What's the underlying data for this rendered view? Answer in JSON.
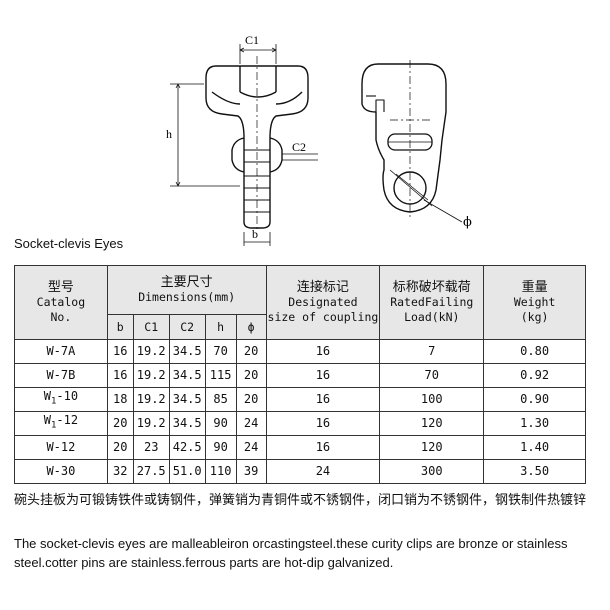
{
  "drawing": {
    "labels": {
      "c1": "C1",
      "c2": "C2",
      "h": "h",
      "b": "b",
      "phi": "ϕ"
    }
  },
  "caption": "Socket-clevis Eyes",
  "table": {
    "catalog_zh": "型号",
    "catalog_en": "Catalog",
    "catalog_no": "No.",
    "dimensions_zh": "主要尺寸",
    "dimensions_en": "Dimensions(mm)",
    "coupling_zh": "连接标记",
    "coupling_en1": "Designated",
    "coupling_en2": "size of coupling",
    "load_zh": "标称破坏载荷",
    "load_en1": "RatedFailing",
    "load_en2": "Load(kN)",
    "weight_zh": "重量",
    "weight_en1": "Weight",
    "weight_en2": "(kg)",
    "sub_headers": [
      "b",
      "C1",
      "C2",
      "h",
      "ϕ"
    ],
    "rows": [
      {
        "no": "W-7A",
        "sub": "",
        "no_end": "",
        "b": "16",
        "c1": "19.2",
        "c2": "34.5",
        "h": "70",
        "phi": "20",
        "coupling": "16",
        "load": "7",
        "weight": "0.80"
      },
      {
        "no": "W-7B",
        "sub": "",
        "no_end": "",
        "b": "16",
        "c1": "19.2",
        "c2": "34.5",
        "h": "115",
        "phi": "20",
        "coupling": "16",
        "load": "70",
        "weight": "0.92"
      },
      {
        "no": "W",
        "sub": "1",
        "no_end": "-10",
        "b": "18",
        "c1": "19.2",
        "c2": "34.5",
        "h": "85",
        "phi": "20",
        "coupling": "16",
        "load": "100",
        "weight": "0.90"
      },
      {
        "no": "W",
        "sub": "1",
        "no_end": "-12",
        "b": "20",
        "c1": "19.2",
        "c2": "34.5",
        "h": "90",
        "phi": "24",
        "coupling": "16",
        "load": "120",
        "weight": "1.30"
      },
      {
        "no": "W-12",
        "sub": "",
        "no_end": "",
        "b": "20",
        "c1": "23",
        "c2": "42.5",
        "h": "90",
        "phi": "24",
        "coupling": "16",
        "load": "120",
        "weight": "1.40"
      },
      {
        "no": "W-30",
        "sub": "",
        "no_end": "",
        "b": "32",
        "c1": "27.5",
        "c2": "51.0",
        "h": "110",
        "phi": "39",
        "coupling": "24",
        "load": "300",
        "weight": "3.50"
      }
    ]
  },
  "notes": {
    "zh": "碗头挂板为可锻铸铁件或铸钢件，弹簧销为青铜件或不锈钢件，闭口销为不锈钢件，钢铁制件热镀锌",
    "en": "The socket-clevis eyes are malleableiron orcastingsteel.these curity clips are bronze or stainless steel.cotter pins are stainless.ferrous parts are hot-dip galvanized."
  }
}
